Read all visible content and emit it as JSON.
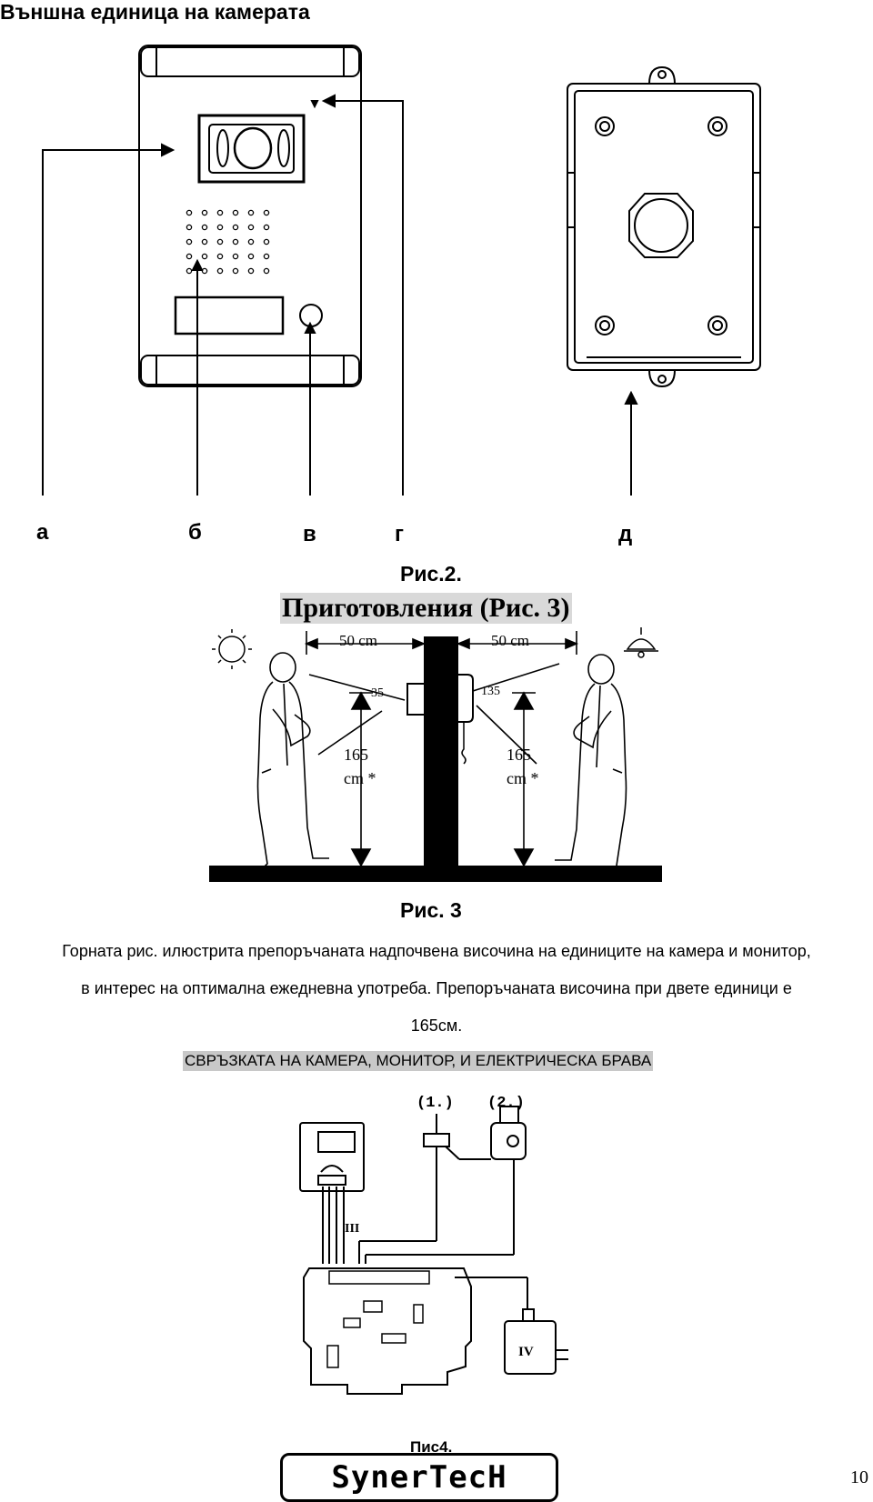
{
  "section_title": "Външна единица на камерата",
  "fig2": {
    "labels": [
      "а",
      "б",
      "в",
      "г",
      "д"
    ],
    "caption": "Рис.2."
  },
  "fig3": {
    "heading": "Приготовления (Рис. 3)",
    "dist_left": "50 cm",
    "dist_right": "50 cm",
    "angle_left": "35",
    "angle_right": "135",
    "height_left_value": "165",
    "height_left_unit": "cm *",
    "height_right_value": "165",
    "height_right_unit": "cm *",
    "caption": "Рис. 3"
  },
  "paragraph": {
    "line1": "Горната рис. илюстрита препоръчаната надпочвена височина на единиците на камера и монитор,",
    "line2": "в интерес на оптимална ежедневна употреба. Препоръчаната височина при двете единици е",
    "line3": "165см."
  },
  "connection_banner": "СВРЪЗКАТА НА КАМЕРА, МОНИТОР, И ЕЛЕКТРИЧЕСКА БРАВА",
  "fig4": {
    "label1": "(1.)",
    "label2": "(2.)",
    "label3": "III",
    "label4": "IV",
    "caption": "Пис4."
  },
  "logo_text": "SynerTecH",
  "page_number": "10"
}
